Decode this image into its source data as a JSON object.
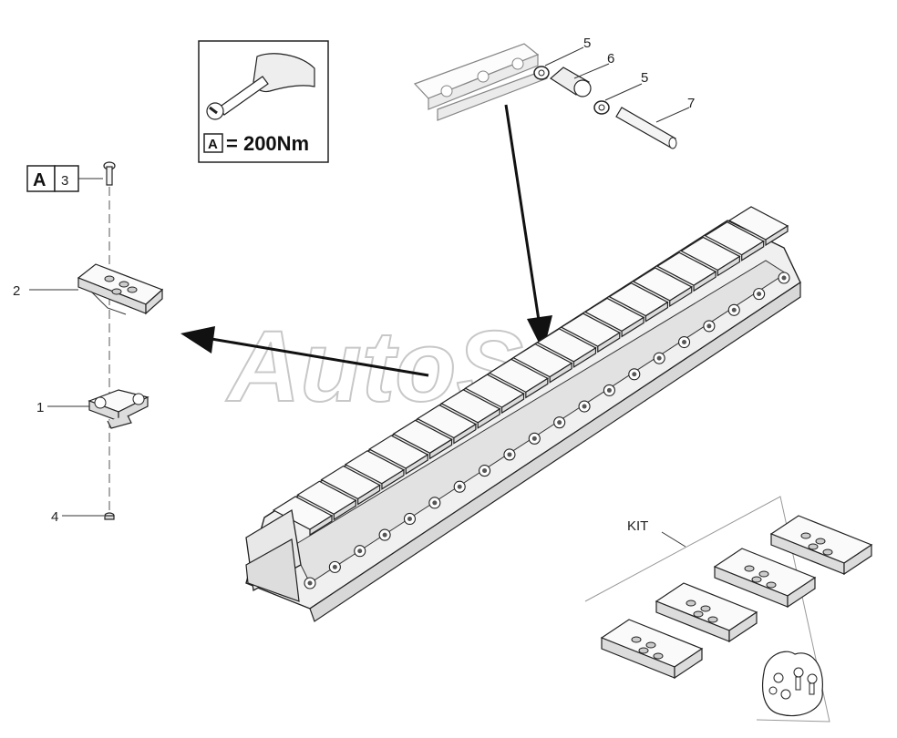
{
  "watermark": "AutoSoft",
  "torque_spec": {
    "letter": "A",
    "value_text": "= 200Nm"
  },
  "reference_box": {
    "letter": "A",
    "number": "3"
  },
  "callouts": {
    "c1": "1",
    "c2": "2",
    "c4": "4",
    "c5a": "5",
    "c6": "6",
    "c5b": "5",
    "c7": "7",
    "kit": "KIT"
  },
  "colors": {
    "line": "#333333",
    "part_fill": "#f4f4f4",
    "watermark": "#c8c8c8"
  }
}
